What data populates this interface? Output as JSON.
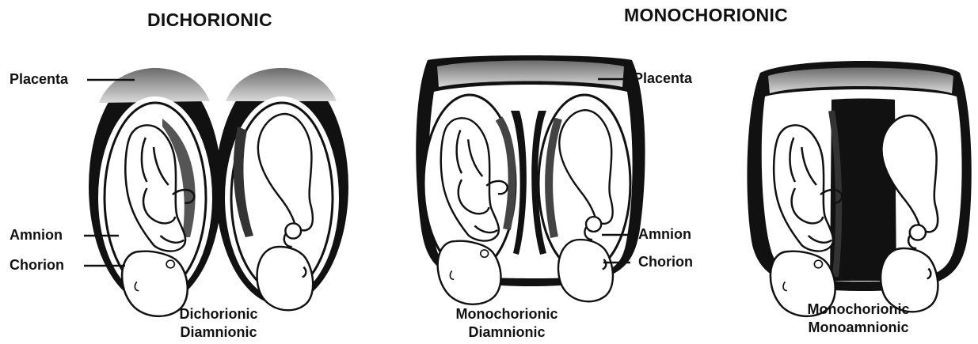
{
  "headers": {
    "dichorionic": "DICHORIONIC",
    "monochorionic": "MONOCHORIONIC"
  },
  "labels": {
    "placenta_left": "Placenta",
    "amnion_left": "Amnion",
    "chorion_left": "Chorion",
    "placenta_right": "Placenta",
    "amnion_right": "Amnion",
    "chorion_right": "Chorion"
  },
  "captions": {
    "di_di": {
      "line1": "Dichorionic",
      "line2": "Diamnionic"
    },
    "mo_di": {
      "line1": "Monochorionic",
      "line2": "Diamnionic"
    },
    "mo_mo": {
      "line1": "Monochorionic",
      "line2": "Monoamnionic"
    }
  }
}
